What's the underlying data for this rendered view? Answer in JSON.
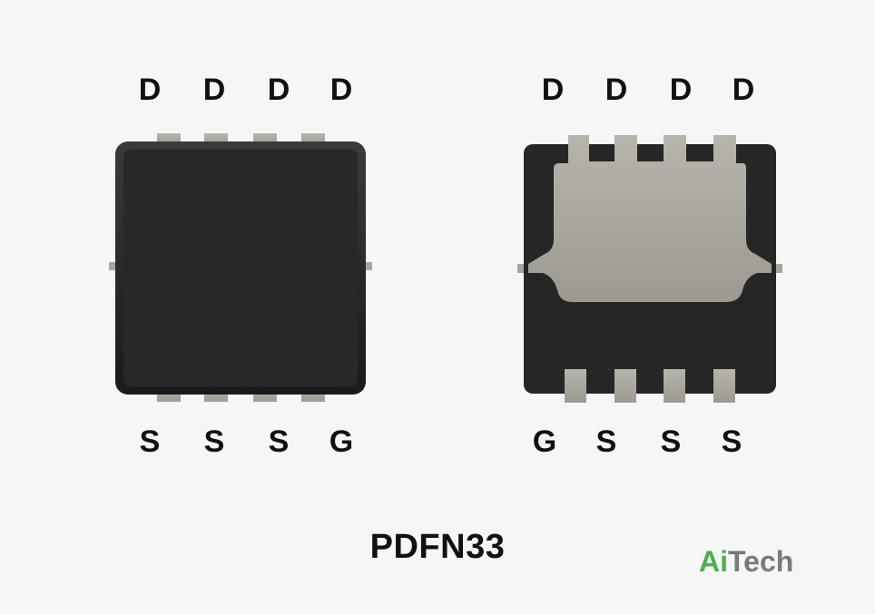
{
  "top_view": {
    "top_pins": [
      "D",
      "D",
      "D",
      "D"
    ],
    "bottom_pins": [
      "S",
      "S",
      "S",
      "G"
    ]
  },
  "bottom_view": {
    "top_pins": [
      "D",
      "D",
      "D",
      "D"
    ],
    "bottom_pins": [
      "G",
      "S",
      "S",
      "S"
    ]
  },
  "package_name": "PDFN33",
  "brand": {
    "part1": "Ai",
    "part2": "Tech",
    "color_part1": "#4caf50",
    "color_part2": "#7a7a7a"
  },
  "colors": {
    "body": "#262626",
    "pad": "#a8a59c",
    "background": "#f6f6f6"
  }
}
